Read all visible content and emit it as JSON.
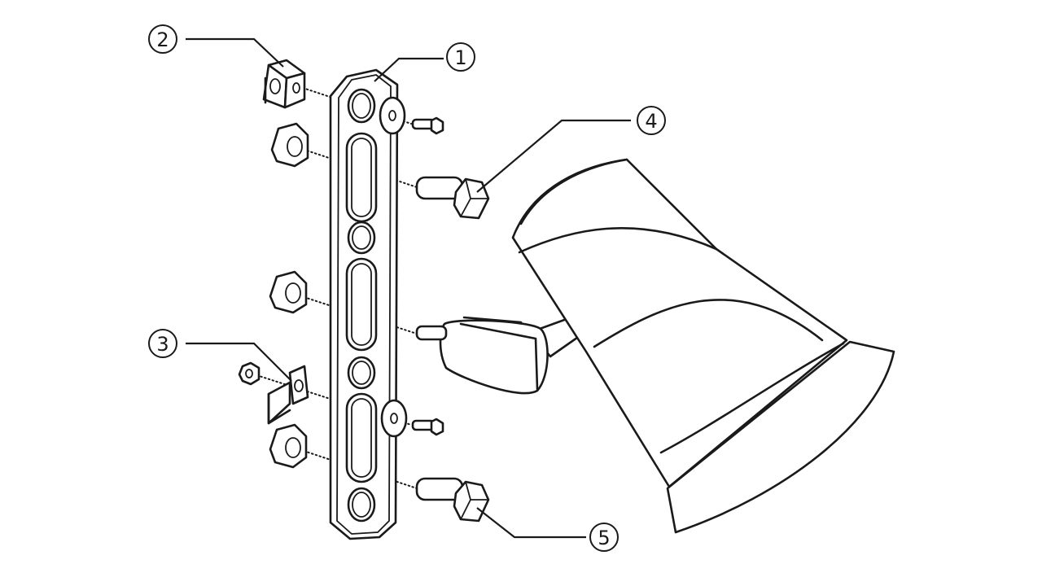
{
  "callouts": [
    {
      "id": "part-1",
      "label": "1"
    },
    {
      "id": "part-2",
      "label": "2"
    },
    {
      "id": "part-3",
      "label": "3"
    },
    {
      "id": "part-4",
      "label": "4"
    },
    {
      "id": "part-5",
      "label": "5"
    }
  ],
  "colors": {
    "stroke": "#1a1a1a",
    "background": "#ffffff"
  }
}
